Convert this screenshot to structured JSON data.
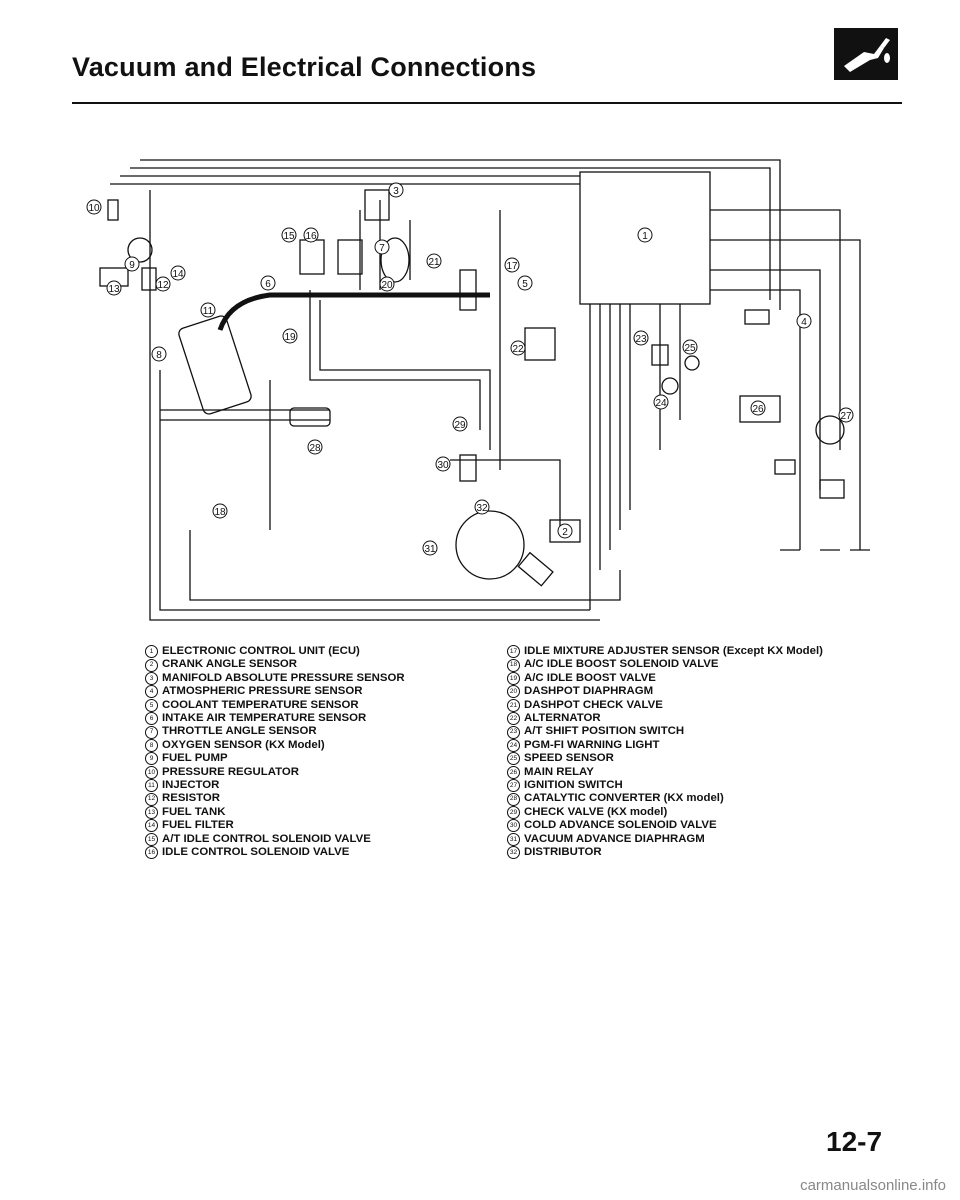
{
  "header": {
    "title": "Vacuum and Electrical Connections"
  },
  "icons": {
    "section_badge": "fuel-nozzle-icon"
  },
  "legend": {
    "left": [
      {
        "num": "1",
        "label": "ELECTRONIC CONTROL UNIT (ECU)"
      },
      {
        "num": "2",
        "label": "CRANK ANGLE SENSOR"
      },
      {
        "num": "3",
        "label": "MANIFOLD ABSOLUTE PRESSURE SENSOR"
      },
      {
        "num": "4",
        "label": "ATMOSPHERIC PRESSURE SENSOR"
      },
      {
        "num": "5",
        "label": "COOLANT TEMPERATURE SENSOR"
      },
      {
        "num": "6",
        "label": "INTAKE AIR TEMPERATURE SENSOR"
      },
      {
        "num": "7",
        "label": "THROTTLE ANGLE SENSOR"
      },
      {
        "num": "8",
        "label": "OXYGEN SENSOR (KX Model)"
      },
      {
        "num": "9",
        "label": "FUEL PUMP"
      },
      {
        "num": "10",
        "label": "PRESSURE REGULATOR"
      },
      {
        "num": "11",
        "label": "INJECTOR"
      },
      {
        "num": "12",
        "label": "RESISTOR"
      },
      {
        "num": "13",
        "label": "FUEL TANK"
      },
      {
        "num": "14",
        "label": "FUEL FILTER"
      },
      {
        "num": "15",
        "label": "A/T IDLE CONTROL SOLENOID VALVE"
      },
      {
        "num": "16",
        "label": "IDLE CONTROL SOLENOID VALVE"
      }
    ],
    "right": [
      {
        "num": "17",
        "label": "IDLE MIXTURE ADJUSTER SENSOR (Except KX Model)"
      },
      {
        "num": "18",
        "label": "A/C IDLE BOOST SOLENOID VALVE"
      },
      {
        "num": "19",
        "label": "A/C IDLE BOOST VALVE"
      },
      {
        "num": "20",
        "label": "DASHPOT DIAPHRAGM"
      },
      {
        "num": "21",
        "label": "DASHPOT CHECK VALVE"
      },
      {
        "num": "22",
        "label": "ALTERNATOR"
      },
      {
        "num": "23",
        "label": "A/T SHIFT POSITION SWITCH"
      },
      {
        "num": "24",
        "label": "PGM-FI WARNING LIGHT"
      },
      {
        "num": "25",
        "label": "SPEED SENSOR"
      },
      {
        "num": "26",
        "label": "MAIN RELAY"
      },
      {
        "num": "27",
        "label": "IGNITION SWITCH"
      },
      {
        "num": "28",
        "label": "CATALYTIC CONVERTER (KX model)"
      },
      {
        "num": "29",
        "label": "CHECK VALVE (KX model)"
      },
      {
        "num": "30",
        "label": "COLD ADVANCE SOLENOID VALVE"
      },
      {
        "num": "31",
        "label": "VACUUM ADVANCE DIAPHRAGM"
      },
      {
        "num": "32",
        "label": "DISTRIBUTOR"
      }
    ]
  },
  "diagram": {
    "callouts": [
      "1",
      "2",
      "3",
      "4",
      "5",
      "6",
      "7",
      "8",
      "9",
      "10",
      "11",
      "12",
      "13",
      "14",
      "15",
      "16",
      "17",
      "18",
      "19",
      "20",
      "21",
      "22",
      "23",
      "24",
      "25",
      "26",
      "27",
      "28",
      "29",
      "30",
      "31",
      "32"
    ]
  },
  "footer": {
    "page_number": "12-7",
    "watermark": "carmanualsonline.info"
  }
}
